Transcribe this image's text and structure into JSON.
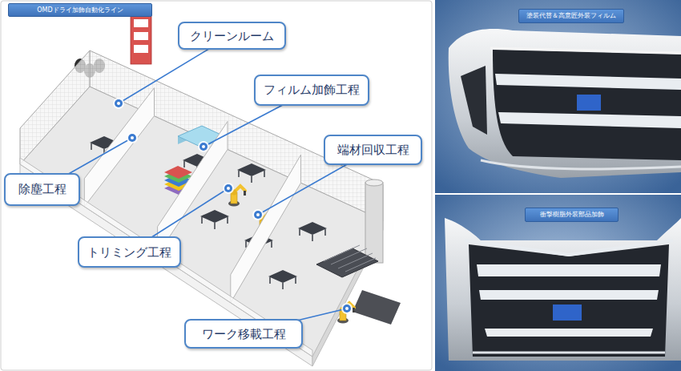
{
  "diagram": {
    "title": "OMDドライ加飾自動化ライン",
    "nodes": [
      {
        "text": [
          "クリーンルーム"
        ]
      },
      {
        "text": [
          "フィルム加飾工程"
        ]
      },
      {
        "text": [
          "端材回収工程"
        ]
      },
      {
        "text": [
          "除塵工程"
        ]
      },
      {
        "text": [
          "トリミング工程"
        ]
      },
      {
        "text": [
          "ワーク移載工程"
        ]
      },
      {
        "text": [
          "塗装代替＆高意匠外装フィルム"
        ]
      },
      {
        "text": [
          "衝撃樹脂外装部品加飾"
        ]
      }
    ]
  }
}
